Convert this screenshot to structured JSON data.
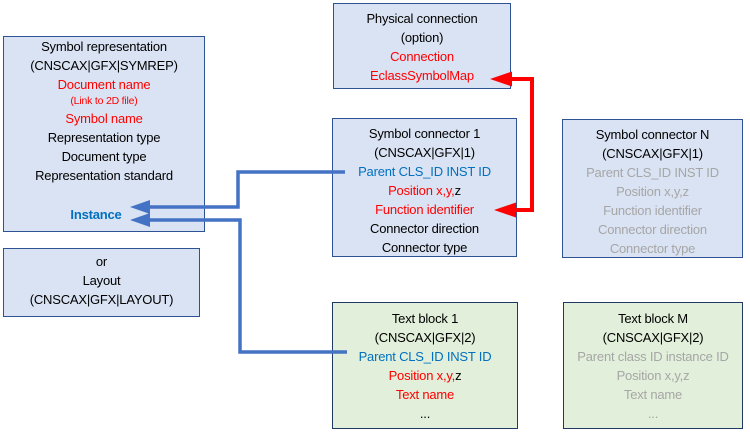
{
  "colors": {
    "box_blue_fill": "#dae3f3",
    "box_blue_border": "#2e5395",
    "box_green_fill": "#e2efda",
    "box_green_border": "#1f3864",
    "arrow_blue": "#4472c4",
    "arrow_red": "#ff0000",
    "text_red": "#ff0000",
    "text_blue": "#0070c0",
    "text_gray": "#a6a6a6",
    "text_black": "#000000"
  },
  "boxes": {
    "symbol_representation": {
      "title": "Symbol representation",
      "code": "(CNSCAX|GFX|SYMREP)",
      "document_name": "Document name",
      "link_note": "(Link to 2D file)",
      "symbol_name": "Symbol name",
      "representation_type": "Representation type",
      "document_type": "Document type",
      "representation_standard": "Representation standard",
      "instance": "Instance"
    },
    "physical_connection": {
      "title": "Physical connection",
      "option": "(option)",
      "connection": "Connection",
      "eclass_symbol_map": "EclassSymbolMap"
    },
    "symbol_connector_1": {
      "title": "Symbol connector 1",
      "code": "(CNSCAX|GFX|1)",
      "parent": "Parent CLS_ID INST ID",
      "position": "Position x,y,",
      "position_z": "z",
      "function_identifier": "Function identifier",
      "connector_direction": "Connector direction",
      "connector_type": "Connector type"
    },
    "symbol_connector_n": {
      "title": "Symbol connector N",
      "code": "(CNSCAX|GFX|1)",
      "parent": "Parent CLS_ID INST ID",
      "position": "Position x,y,z",
      "function_identifier": "Function identifier",
      "connector_direction": "Connector direction",
      "connector_type": "Connector type"
    },
    "layout": {
      "or_label": "or",
      "title": "Layout",
      "code": "(CNSCAX|GFX|LAYOUT)"
    },
    "text_block_1": {
      "title": "Text block 1",
      "code": "(CNSCAX|GFX|2)",
      "parent": "Parent CLS_ID INST ID",
      "position": "Position x,y,",
      "position_z": "z",
      "text_name": "Text name",
      "ellipsis": "..."
    },
    "text_block_m": {
      "title": "Text block M",
      "code": "(CNSCAX|GFX|2)",
      "parent": "Parent class ID instance ID",
      "position": "Position x,y,z",
      "text_name": "Text name",
      "ellipsis": "..."
    }
  }
}
